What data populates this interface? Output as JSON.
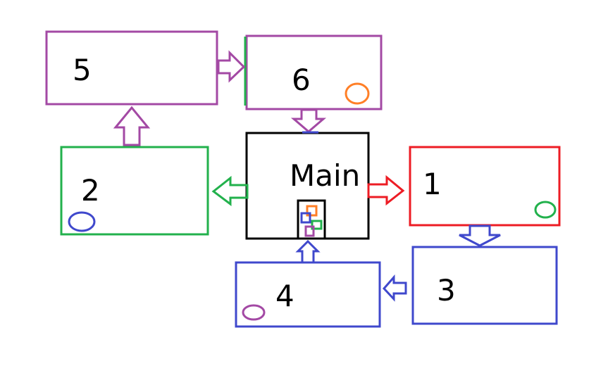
{
  "diagram": {
    "boxes": [
      {
        "id": "main",
        "label": "Main",
        "color": "#000000"
      },
      {
        "id": "box-1",
        "label": "1",
        "color": "#ed1c24"
      },
      {
        "id": "box-2",
        "label": "2",
        "color": "#22b14c"
      },
      {
        "id": "box-3",
        "label": "3",
        "color": "#3f48cc"
      },
      {
        "id": "box-4",
        "label": "4",
        "color": "#3f48cc"
      },
      {
        "id": "box-5",
        "label": "5",
        "color": "#a349a4"
      },
      {
        "id": "box-6",
        "label": "6",
        "color": "#a349a4"
      }
    ],
    "arrows": [
      {
        "from": "main",
        "to": "box-1",
        "color": "#ed1c24"
      },
      {
        "from": "box-1",
        "to": "box-3",
        "color": "#3f48cc"
      },
      {
        "from": "box-3",
        "to": "box-4",
        "color": "#3f48cc"
      },
      {
        "from": "box-4",
        "to": "main",
        "color": "#3f48cc"
      },
      {
        "from": "main",
        "to": "box-2",
        "color": "#22b14c"
      },
      {
        "from": "box-2",
        "to": "box-5",
        "color": "#a349a4"
      },
      {
        "from": "box-5",
        "to": "box-6",
        "color": "#a349a4"
      },
      {
        "from": "box-6",
        "to": "main",
        "color": "#a349a4"
      }
    ],
    "markers": [
      {
        "in": "box-1",
        "color": "#22b14c"
      },
      {
        "in": "box-2",
        "color": "#3f48cc"
      },
      {
        "in": "box-4",
        "color": "#a349a4"
      },
      {
        "in": "box-6",
        "color": "#ff7f27"
      }
    ],
    "main_inset_colors": [
      "#000000",
      "#ff7f27",
      "#3f48cc",
      "#22b14c",
      "#a349a4"
    ]
  }
}
